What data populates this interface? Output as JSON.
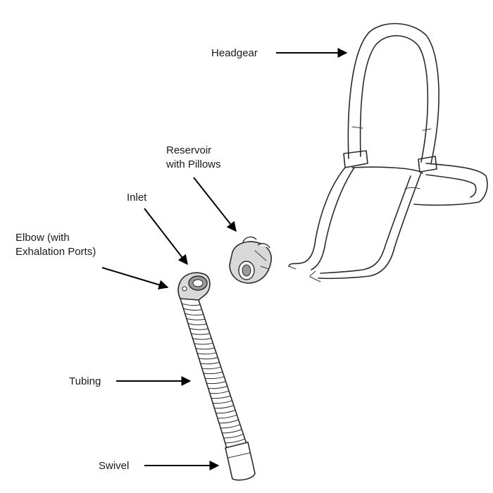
{
  "labels": {
    "headgear": "Headgear",
    "reservoir_line1": "Reservoir",
    "reservoir_line2": "with Pillows",
    "inlet": "Inlet",
    "elbow_line1": "Elbow (with",
    "elbow_line2": "Exhalation Ports)",
    "tubing": "Tubing",
    "swivel": "Swivel"
  },
  "colors": {
    "line": "#2a2a2a",
    "part_fill": "#d9d9d9",
    "part_dark": "#9a9a9a",
    "background": "#ffffff"
  }
}
